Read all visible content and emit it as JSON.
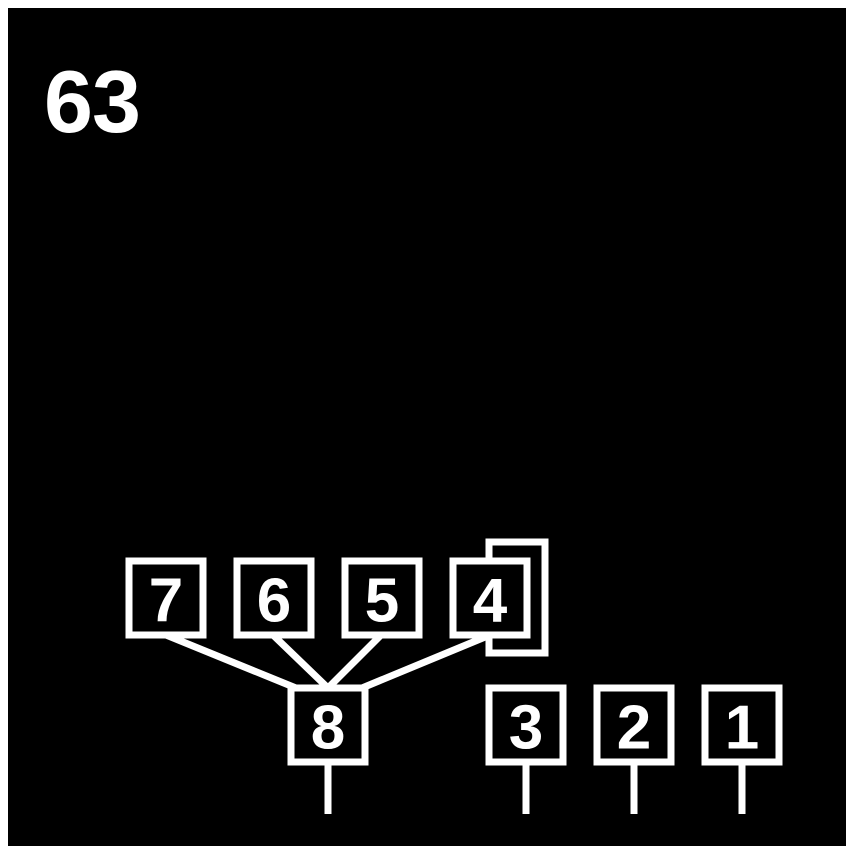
{
  "colors": {
    "background": "#000000",
    "foreground": "#ffffff",
    "border": "#ffffff"
  },
  "counter": "63",
  "nodes": {
    "n7": "7",
    "n6": "6",
    "n5": "5",
    "n4": "4",
    "n8": "8",
    "n3": "3",
    "n2": "2",
    "n1": "1"
  }
}
